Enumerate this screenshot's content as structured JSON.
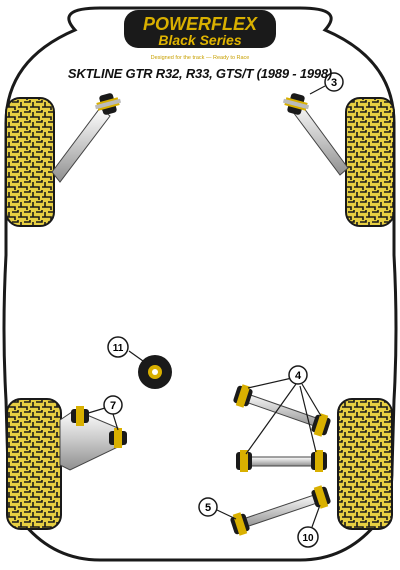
{
  "brand": {
    "name": "POWERFLEX",
    "series": "Black Series",
    "tagline": "Designed for the track — Ready to Race",
    "colors": {
      "gold": "#c8a000",
      "dark": "#1a1a1a",
      "steel": "#c8c8c8",
      "tire": "#e7cf42"
    }
  },
  "vehicle": {
    "title": "SKTLINE GTR R32, R33, GTS/T (1989 - 1998)"
  },
  "callouts": {
    "c3": "3",
    "c4": "4",
    "c5": "5",
    "c7": "7",
    "c10": "10",
    "c11": "11"
  }
}
